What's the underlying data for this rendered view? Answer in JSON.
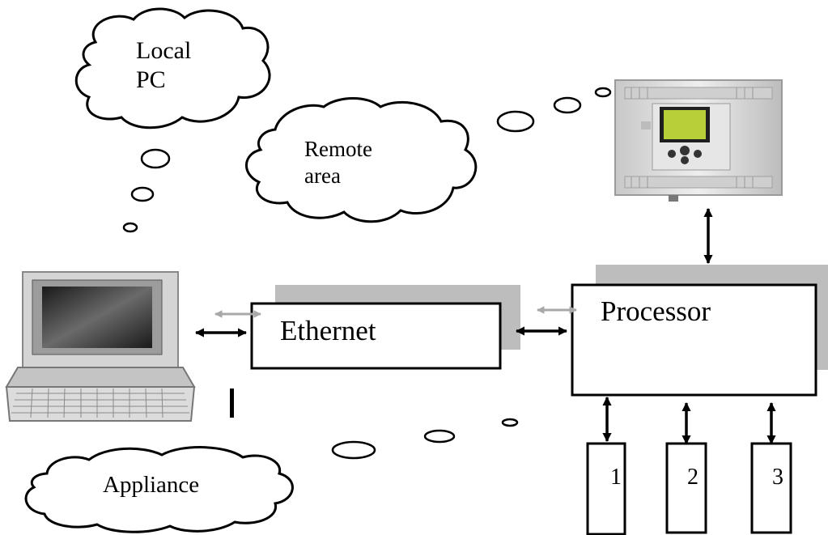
{
  "clouds": {
    "local_pc": {
      "line1": "Local",
      "line2": "PC"
    },
    "remote_area": {
      "line1": "Remote",
      "line2": "area"
    },
    "appliance": {
      "label": "Appliance"
    }
  },
  "boxes": {
    "ethernet": {
      "label": "Ethernet"
    },
    "processor": {
      "label": "Processor"
    }
  },
  "outputs": [
    {
      "label": "1"
    },
    {
      "label": "2"
    },
    {
      "label": "3"
    }
  ],
  "colors": {
    "line": "#000000",
    "shadow": "#bdbdbd",
    "gray_arrow": "#a8a8a8",
    "plc_body": "#d9d9d9",
    "plc_screen": "#b9cf3a"
  },
  "icons": {
    "laptop": "laptop-computer-icon",
    "plc": "plc-controller-icon"
  }
}
